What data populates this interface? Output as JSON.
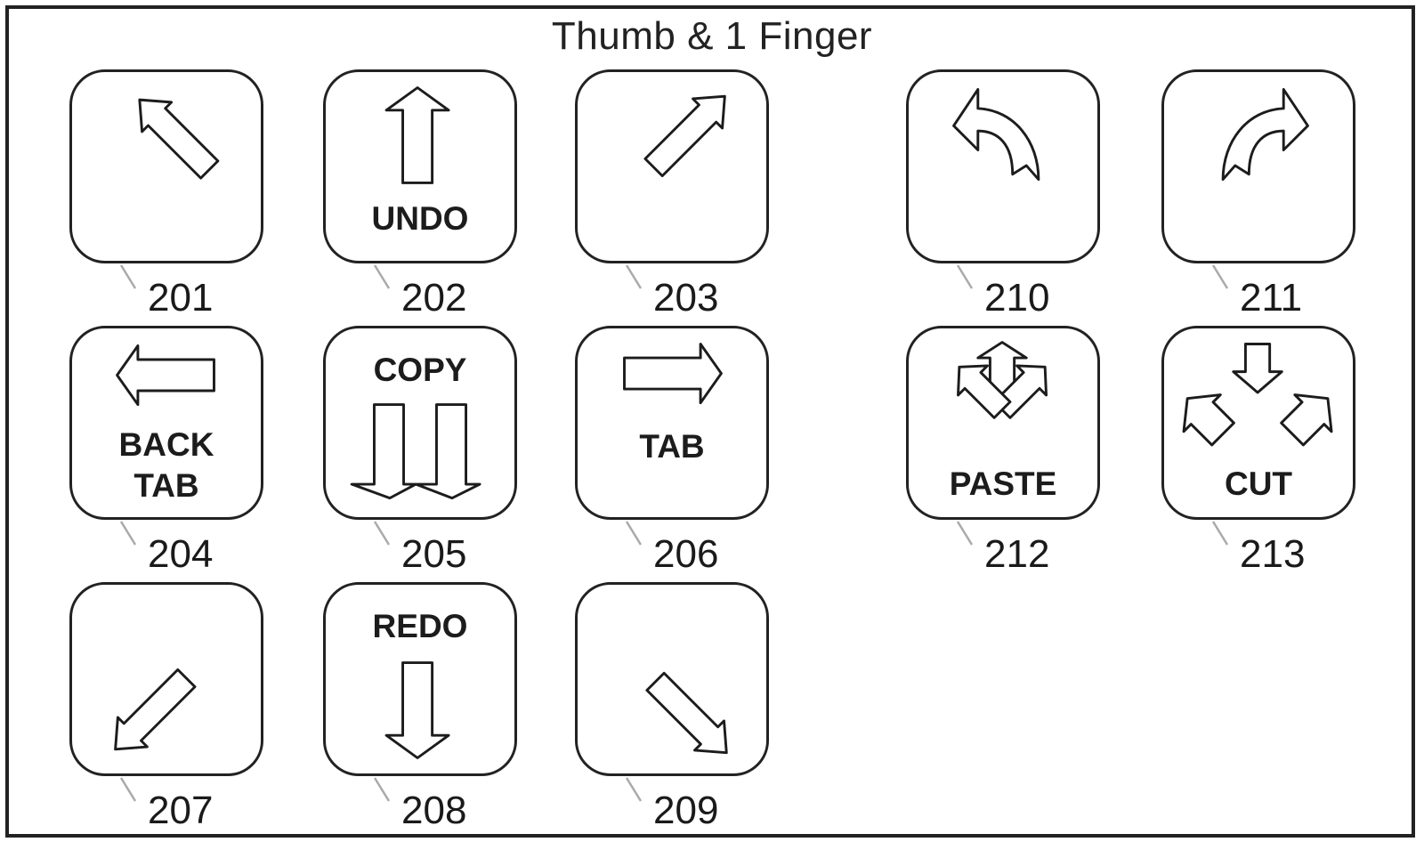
{
  "title": "Thumb & 1 Finger",
  "colors": {
    "stroke": "#1c1c1c",
    "background": "#ffffff",
    "leader": "#aaaaaa"
  },
  "gestures": [
    {
      "ref": "201",
      "icon": "arrow-up-left-icon",
      "labels": []
    },
    {
      "ref": "202",
      "icon": "arrow-up-icon",
      "labels": [
        "UNDO"
      ]
    },
    {
      "ref": "203",
      "icon": "arrow-up-right-icon",
      "labels": []
    },
    {
      "ref": "204",
      "icon": "arrow-left-icon",
      "labels": [
        "BACK",
        "TAB"
      ]
    },
    {
      "ref": "205",
      "icon": "double-arrow-down-icon",
      "labels": [
        "COPY"
      ]
    },
    {
      "ref": "206",
      "icon": "arrow-right-icon",
      "labels": [
        "TAB"
      ]
    },
    {
      "ref": "207",
      "icon": "arrow-down-left-icon",
      "labels": []
    },
    {
      "ref": "208",
      "icon": "arrow-down-icon",
      "labels": [
        "REDO"
      ]
    },
    {
      "ref": "209",
      "icon": "arrow-down-right-icon",
      "labels": []
    },
    {
      "ref": "210",
      "icon": "rotate-counterclockwise-icon",
      "labels": []
    },
    {
      "ref": "211",
      "icon": "rotate-clockwise-icon",
      "labels": []
    },
    {
      "ref": "212",
      "icon": "spread-arrows-icon",
      "labels": [
        "PASTE"
      ]
    },
    {
      "ref": "213",
      "icon": "pinch-arrows-icon",
      "labels": [
        "CUT"
      ]
    }
  ]
}
